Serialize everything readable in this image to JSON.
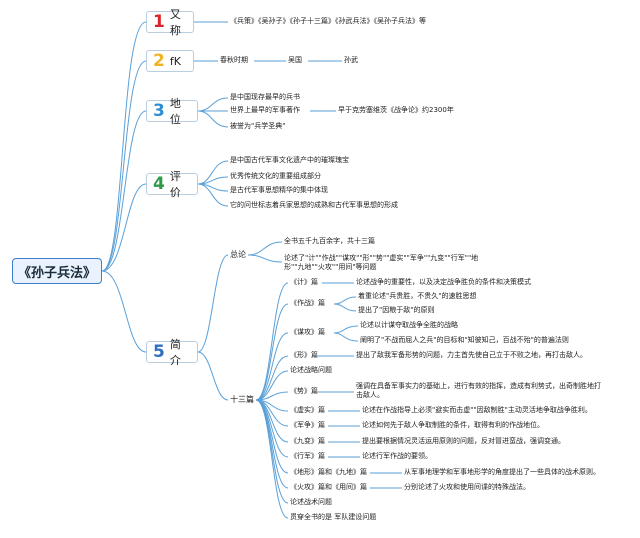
{
  "root": "《孙子兵法》",
  "topics": [
    {
      "num": "1",
      "num_color": "#d9262b",
      "label": "又称",
      "items": [
        "《兵策》《吴孙子》《孙子十三篇》《孙武兵法》《吴孙子兵法》等"
      ]
    },
    {
      "num": "2",
      "num_color": "#f0b323",
      "label": "fK",
      "items": [
        "春秋时期",
        "吴国",
        "孙武"
      ]
    },
    {
      "num": "3",
      "num_color": "#2f8fd0",
      "label": "地位",
      "items": [
        "是中国现存最早的兵书",
        "世界上最早的军事著作",
        "早于克劳塞维茨《战争论》约2300年",
        "被誉为\"兵学圣典\""
      ]
    },
    {
      "num": "4",
      "num_color": "#2e9a4a",
      "label": "评价",
      "items": [
        "是中国古代军事文化遗产中的璀璨瑰宝",
        "优秀传统文化的重要组成部分",
        "是古代军事思想精华的集中体现",
        "它的问世标志着兵家思想的成熟和古代军事思想的形成"
      ]
    },
    {
      "num": "5",
      "num_color": "#2f6fc0",
      "label": "简介"
    }
  ],
  "intro": {
    "summary_label": "总论",
    "summary_items": [
      "全书五千九百余字，共十三篇",
      "论述了\"计\"\"作战\"\"谋攻\"\"形\"\"势\"\"虚实\"\"军争\"\"九变\"\"行军\"\"地形\"\"九地\"\"火攻\"\"用间\"等问题"
    ],
    "chapters_label": "十三篇",
    "chapters": [
      {
        "name": "《计》篇",
        "desc": [
          "论述战争的重要性，以及决定战争胜负的条件和决策模式"
        ]
      },
      {
        "name": "《作战》篇",
        "desc": [
          "着重论述\"兵贵胜，不贵久\"的速胜思想",
          "提出了\"因粮于敌\"的原则"
        ]
      },
      {
        "name": "《谋攻》篇",
        "desc": [
          "论述以计谋夺取战争全胜的战略",
          "阐明了\"不战而屈人之兵\"的目标和\"知彼知己，百战不殆\"的普遍法则"
        ]
      },
      {
        "name": "《形》篇",
        "desc": [
          "提出了敌我军备形势的问题，力主首先使自己立于不败之地，再打击敌人。"
        ]
      },
      {
        "name": "论述战略问题",
        "desc": []
      },
      {
        "name": "《势》篇",
        "desc": [
          "强调在具备军事实力的基础上，进行有效的指挥，造成有利势式，出奇制胜地打击敌人。"
        ]
      },
      {
        "name": "《虚实》篇",
        "desc": [
          "论述在作战指导上必须\"避实而击虚\"\"因敌制胜\"主动灵活地争取战争胜利。"
        ]
      },
      {
        "name": "《军争》篇",
        "desc": [
          "论述如何先于敌人争取制胜的条件，取得有利的作战地位。"
        ]
      },
      {
        "name": "《九变》篇",
        "desc": [
          "提出要根据情况灵活运用原则的问题，反对冒进蛮战，强调变通。"
        ]
      },
      {
        "name": "《行军》篇",
        "desc": [
          "论述行军作战的要领。"
        ]
      },
      {
        "name": "《地形》篇和《九地》篇",
        "desc": [
          "从军事地理学和军事地形学的角度提出了一些具体的战术原则。"
        ]
      },
      {
        "name": "《火攻》篇和《用间》篇",
        "desc": [
          "分别论述了火攻和使用间谍的特殊战法。"
        ]
      },
      {
        "name": "论述战术问题",
        "desc": []
      },
      {
        "name": "贯穿全书的是 军队建设问题",
        "desc": []
      }
    ]
  },
  "colors": {
    "wire": "#5aa0d8",
    "root_border": "#3a7fd0"
  }
}
